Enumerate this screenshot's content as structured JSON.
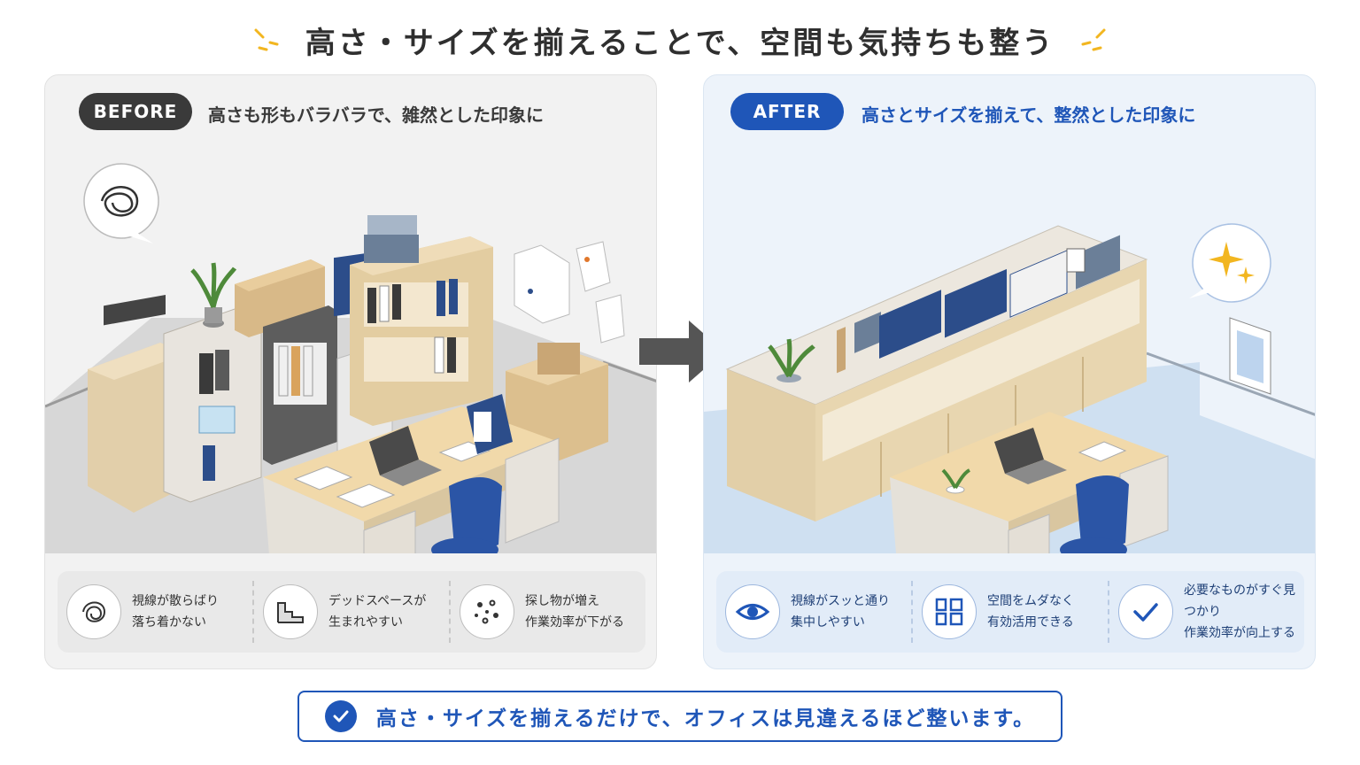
{
  "title": "高さ・サイズを揃えることで、空間も気持ちも整う",
  "before": {
    "badge": "BEFORE",
    "caption": "高さも形もバラバラで、雑然とした印象に",
    "features": [
      {
        "icon": "tangled-lines-icon",
        "text": "視線が散らばり\n落ち着かない"
      },
      {
        "icon": "uneven-steps-icon",
        "text": "デッドスペースが\n生まれやすい"
      },
      {
        "icon": "scattered-dots-icon",
        "text": "探し物が増え\n作業効率が下がる"
      }
    ]
  },
  "after": {
    "badge": "AFTER",
    "caption": "高さとサイズを揃えて、整然とした印象に",
    "features": [
      {
        "icon": "eye-icon",
        "text": "視線がスッと通り\n集中しやすい"
      },
      {
        "icon": "grid-icon",
        "text": "空間をムダなく\n有効活用できる"
      },
      {
        "icon": "checkmark-icon",
        "text": "必要なものがすぐ見つかり\n作業効率が向上する"
      }
    ]
  },
  "banner": {
    "text": "高さ・サイズを揃えるだけで、オフィスは見違えるほど整います。"
  },
  "colors": {
    "accent": "#1f56b8",
    "dark": "#3a3a3a",
    "chair": "#2b55a6",
    "wood": "#e6cfa6"
  }
}
